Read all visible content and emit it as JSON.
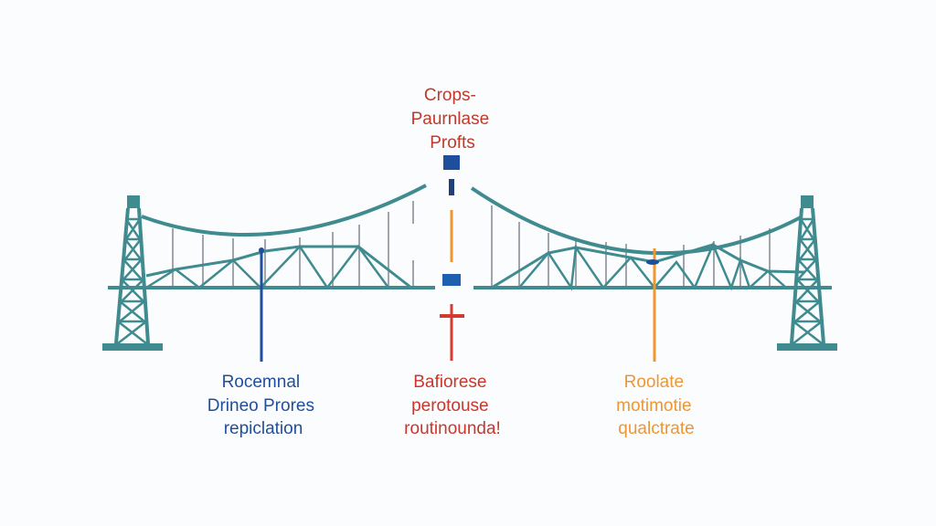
{
  "title": {
    "lines": [
      "Crops-",
      "Paurnlase",
      "Profts"
    ],
    "color": "#c0392b"
  },
  "labels": [
    {
      "lines": [
        "Rocemnal",
        "Drineo Prores",
        "repiclation"
      ],
      "color": "#1f4e9c"
    },
    {
      "lines": [
        "Bafiorese",
        "perotouse",
        "routinounda!"
      ],
      "color": "#c8372d"
    },
    {
      "lines": [
        "Roolate",
        "motimotie",
        "qualctrate"
      ],
      "color": "#ee9633"
    }
  ],
  "colors": {
    "structure": "#3f8b8f",
    "hangers": "#a0a4ac",
    "blue": "#1f4e9c",
    "red": "#d43a2f",
    "orange": "#f0962e"
  }
}
